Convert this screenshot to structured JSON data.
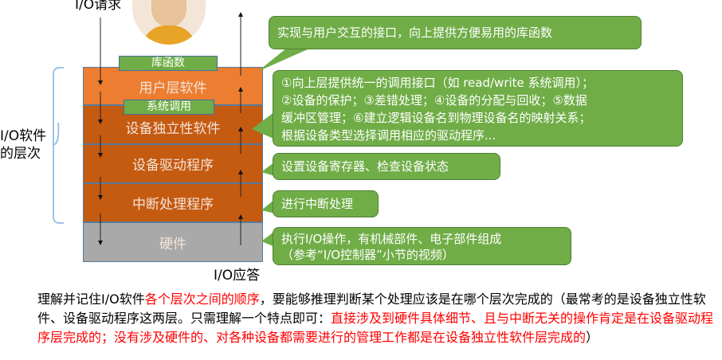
{
  "labels": {
    "io_request": "I/O请求",
    "io_response": "I/O应答",
    "brace_label_1": "I/O软件",
    "brace_label_2": "的层次"
  },
  "tags": {
    "library": "库函数",
    "syscall": "系统调用"
  },
  "layers": [
    "用户层软件",
    "设备独立性软件",
    "设备驱动程序",
    "中断处理程序",
    "硬件"
  ],
  "callouts": [
    [
      "实现与用户交互的接口，向上提供方便易用的库函数"
    ],
    [
      "①向上层提供统一的调用接口（如 read/write 系统调用）；",
      "②设备的保护；③差错处理；④设备的分配与回收；⑤数据",
      "缓冲区管理；⑥建立逻辑设备名到物理设备名的映射关系；",
      "根据设备类型选择调用相应的驱动程序..."
    ],
    [
      "设置设备寄存器、检查设备状态"
    ],
    [
      "进行中断处理"
    ],
    [
      "执行I/O操作，有机械部件、电子部件组成",
      "（参考“I/O控制器”小节的视频）"
    ]
  ],
  "note": {
    "p1": "理解并记住I/O软件",
    "p2": "各个层次之间的顺序",
    "p3": "，要能够推理判断某个处理应该是在哪个层次完成的（最常考的是设备独立性软件、设备驱动程序这两层。只需理解一个特点即可：",
    "p4": "直接涉及到硬件具体细节、且与中断无关的操作肯定是在设备驱动程序层完成的；没有涉及硬件的、对各种设备都需要进行的管理工作都是在设备独立性软件层完成的",
    "p5": "）"
  },
  "colors": {
    "user": "#ED7D31",
    "middle": "#C55A11",
    "hardware": "#A9A9A9",
    "green": "#70AD47"
  }
}
